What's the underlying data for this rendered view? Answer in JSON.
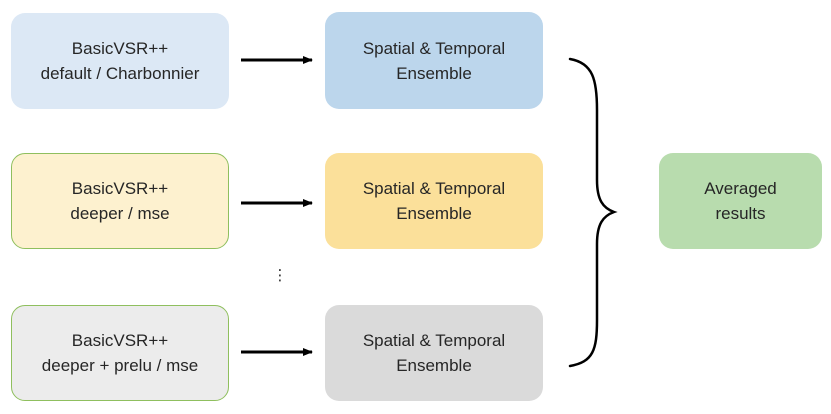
{
  "models": [
    {
      "line1": "BasicVSR++",
      "line2": "default / Charbonnier"
    },
    {
      "line1": "BasicVSR++",
      "line2": "deeper / mse"
    },
    {
      "line1": "BasicVSR++",
      "line2": "deeper + prelu / mse"
    }
  ],
  "ensembles": [
    {
      "line1": "Spatial & Temporal",
      "line2": "Ensemble"
    },
    {
      "line1": "Spatial & Temporal",
      "line2": "Ensemble"
    },
    {
      "line1": "Spatial & Temporal",
      "line2": "Ensemble"
    }
  ],
  "ellipsis": "⋮",
  "result": {
    "line1": "Averaged",
    "line2": "results"
  },
  "colors": {
    "model_1_fill": "#dce8f5",
    "model_2_fill": "#fdf1cf",
    "model_3_fill": "#ececec",
    "model_border": "#8fbf5e",
    "ensemble_1_fill": "#bcd6ec",
    "ensemble_2_fill": "#fbe09a",
    "ensemble_3_fill": "#dadada",
    "result_fill": "#b8dcae",
    "arrow": "#000000"
  }
}
